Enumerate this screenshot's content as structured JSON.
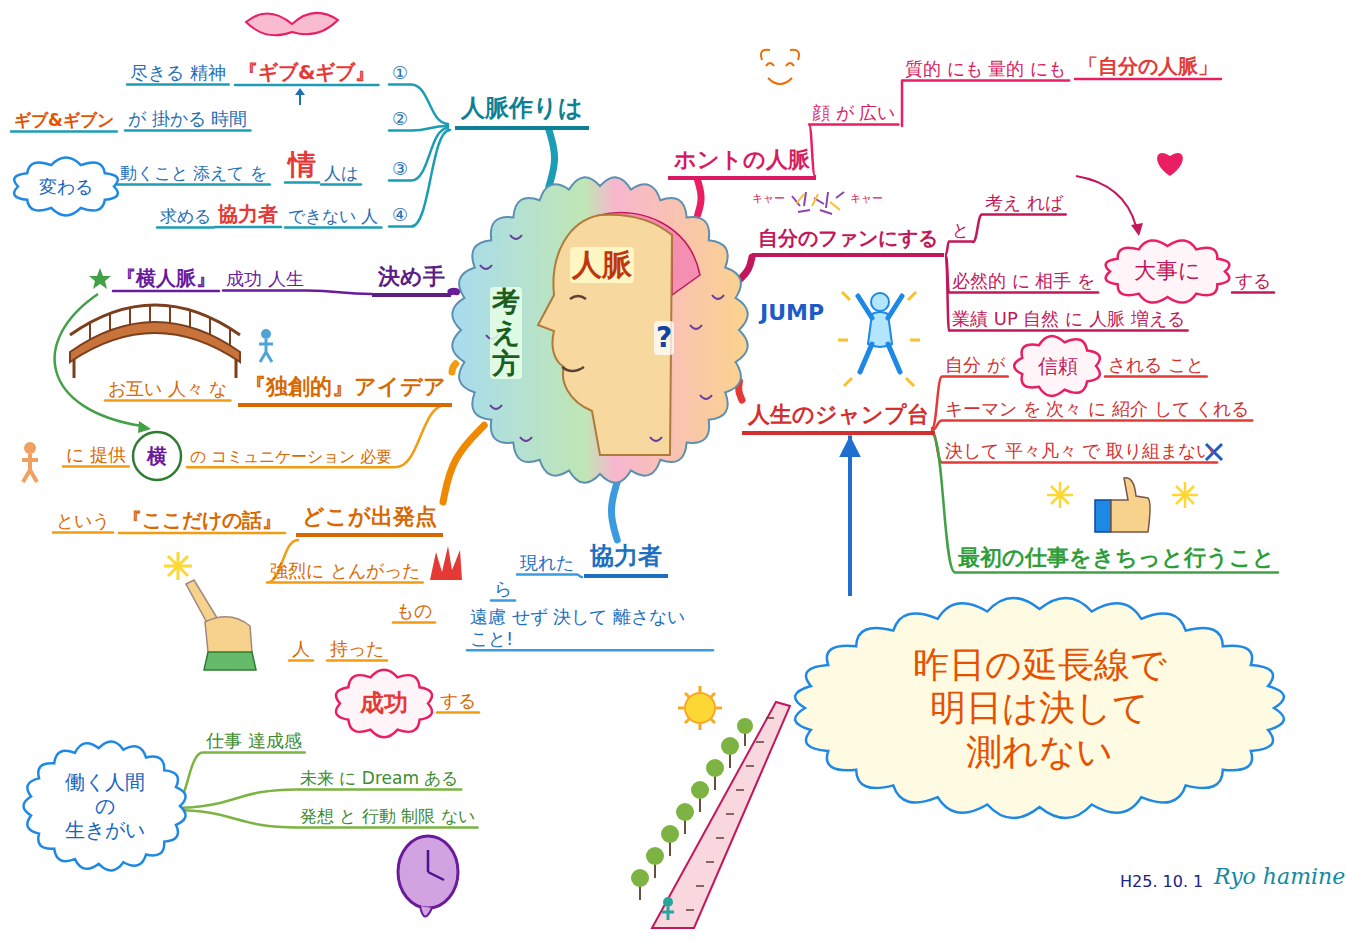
{
  "diagram": {
    "nodes": [
      {
        "text": [
          "考え方",
          "人脈",
          "?"
        ]
      },
      {
        "text": [
          "人脈作りは"
        ]
      },
      {
        "text": [
          "決め手"
        ]
      },
      {
        "text": [
          "『独創的』アイデア"
        ]
      },
      {
        "text": [
          "どこが出発点"
        ]
      },
      {
        "text": [
          "協力者"
        ]
      },
      {
        "text": [
          "ホントの人脈"
        ]
      },
      {
        "text": [
          "自分のファンにする"
        ]
      },
      {
        "text": [
          "人生のジャンプ台"
        ]
      },
      {
        "text": [
          "変わる"
        ]
      },
      {
        "text": [
          "大事に"
        ]
      },
      {
        "text": [
          "信頼"
        ]
      },
      {
        "text": [
          "成功"
        ]
      },
      {
        "text": [
          "横"
        ]
      },
      {
        "text": [
          "働く人間 の 生きがい"
        ]
      },
      {
        "text": [
          "昨日の延長線で 明日は決して 測れない"
        ]
      }
    ],
    "edges": [
      {
        "from": 0,
        "to": 1,
        "arrow": "none"
      },
      {
        "from": 0,
        "to": 2,
        "arrow": "none"
      },
      {
        "from": 0,
        "to": 3,
        "arrow": "none"
      },
      {
        "from": 0,
        "to": 4,
        "arrow": "none"
      },
      {
        "from": 0,
        "to": 5,
        "arrow": "none"
      },
      {
        "from": 0,
        "to": 6,
        "arrow": "none"
      },
      {
        "from": 0,
        "to": 7,
        "arrow": "none"
      },
      {
        "from": 0,
        "to": 8,
        "arrow": "none"
      },
      {
        "from": 15,
        "to": 8,
        "arrow": "to"
      }
    ],
    "labels": [
      "尽きる 精神",
      "『ギブ&ギブ』",
      "①",
      "ギブ&ギブン",
      "が 掛かる 時間",
      "②",
      "動くこと 添えて を",
      "情",
      "人は",
      "③",
      "求める",
      "協力者",
      "できない 人",
      "④",
      "『横人脈』",
      "成功 人生",
      "お互い 人々 な",
      "に 提供",
      "の コミュニケーション 必要",
      "という",
      "『ここだけの話』",
      "強烈に とんがった",
      "もの",
      "人",
      "持った",
      "する",
      "現れた",
      "ら",
      "遠慮 せず 決して 離さない こと!",
      "仕事 達成感",
      "未来 に Dream ある",
      "発想 と 行動 制限 ない",
      "顔 が 広い",
      "質的 にも 量的 にも",
      "「自分の人脈」",
      "キャー",
      "キャー",
      "と",
      "考え れば",
      "必然的 に 相手 を",
      "する",
      "業績 UP 自然 に 人脈 増える",
      "JUMP",
      "自分 が",
      "される こと",
      "キーマン を 次々 に 紹介 して くれる",
      "決して 平々凡々 で 取り組まない",
      "最初の仕事をきちっと行うこと",
      "H25. 10. 1",
      "Ryo hamine"
    ]
  }
}
